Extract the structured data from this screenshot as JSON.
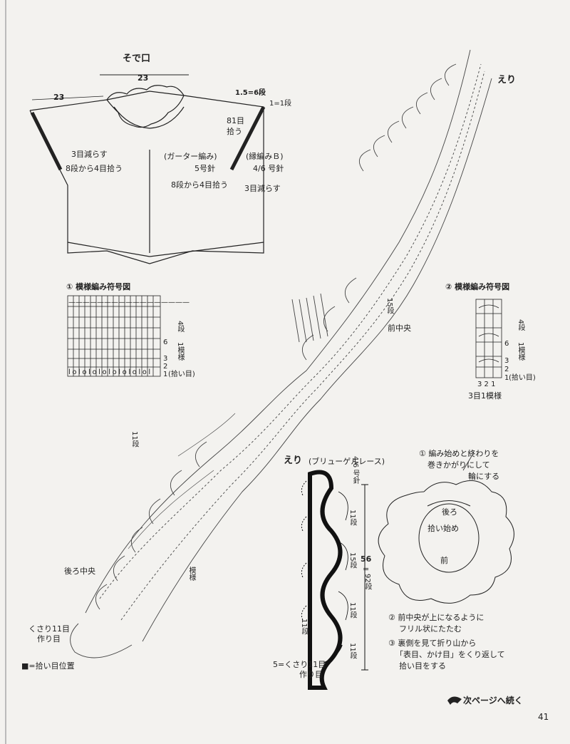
{
  "sleeve": {
    "title": "そで口",
    "width_top": "23",
    "width_left": "23",
    "rows_1_5": "1.5=6段",
    "row_1": "1=1段",
    "pick_81": "81目",
    "pick_81b": "拾う",
    "reduce3_left": "3目減らす",
    "pick_left": "8段から4目拾う",
    "garter": "(ガーター編み)",
    "needle5": "5号針",
    "edgeB": "(縁編みＢ)",
    "needle46": "4/6 号針",
    "pick_right": "8段から4目拾う",
    "reduce3_right": "3目減らす"
  },
  "chart1": {
    "title": "① 模様編み符号図",
    "rows4": "4段",
    "rows1": "1模様",
    "pick": "(拾い目)",
    "row_nums": [
      "6",
      "3",
      "2",
      "1"
    ],
    "top_row": "—————————————————",
    "bottom_row": "l o l o l o l o l o l o l o l o l"
  },
  "chart2": {
    "title": "② 模様編み符号図",
    "rows4": "4段",
    "rows1": "1模様",
    "pick": "(拾い目)",
    "row_nums": [
      "6",
      "3",
      "2",
      "1"
    ],
    "col_nums": "3 2 1",
    "repeat": "3目1模様"
  },
  "collar_main": {
    "label_eri": "えり",
    "dan15": "15段",
    "front_center": "前中央",
    "dan11": "11段",
    "back_center": "後ろ中央",
    "pattern": "模様",
    "chain11": "くさり11目",
    "chain11b": "作り目",
    "legend": "■=拾い目位置"
  },
  "collar_small": {
    "title": "えり",
    "subtitle": "(ブリューゲルレース)",
    "needle": "4/6 号針",
    "d11a": "11段",
    "d15": "15段",
    "d11b": "11段",
    "d11c": "11段",
    "d11d": "11段",
    "total": "56",
    "total_eq": "=",
    "total_rows": "92段",
    "start": "5=くさり11目",
    "start2": "作り目"
  },
  "notes": {
    "n1a": "① 編み始めと終わりを",
    "n1b": "巻きかがりにして",
    "n1c": "輪にする",
    "back": "後ろ",
    "pick_start": "拾い始め",
    "front": "前",
    "n2a": "② 前中央が上になるように",
    "n2b": "フリル状にたたむ",
    "n3a": "③ 裏側を見て折り山から",
    "n3b": "「表目、かけ目」をくり返して",
    "n3c": "拾い目をする"
  },
  "footer": {
    "continue": "次ページへ続く",
    "page": "41"
  }
}
